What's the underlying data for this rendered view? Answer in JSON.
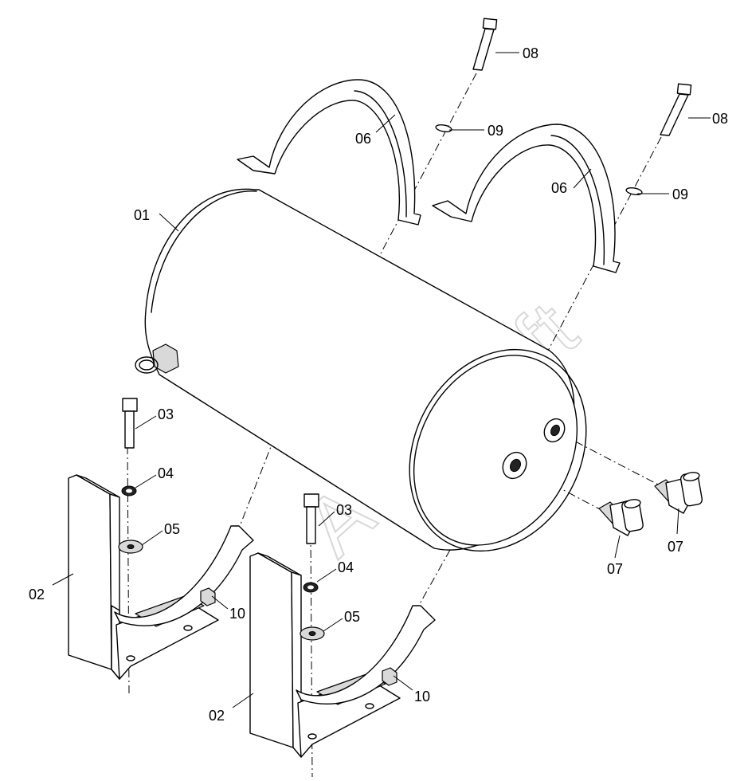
{
  "watermark": "AutoSoft",
  "callouts": {
    "tank": "01",
    "bracket_left": "02",
    "bracket_right": "02",
    "bolt_left": "03",
    "bolt_right": "03",
    "nut_left": "04",
    "nut_right": "04",
    "washer_left": "05",
    "washer_right": "05",
    "strap_left": "06",
    "strap_right": "06",
    "fitting_front": "07",
    "fitting_rear": "07",
    "strap_bolt_left": "08",
    "strap_bolt_right": "08",
    "strap_washer_left": "09",
    "strap_washer_right": "09",
    "bracket_nut_left": "10",
    "bracket_nut_right": "10"
  },
  "colors": {
    "line": "#000000",
    "background": "#ffffff",
    "watermark": "#d8d8d8"
  }
}
